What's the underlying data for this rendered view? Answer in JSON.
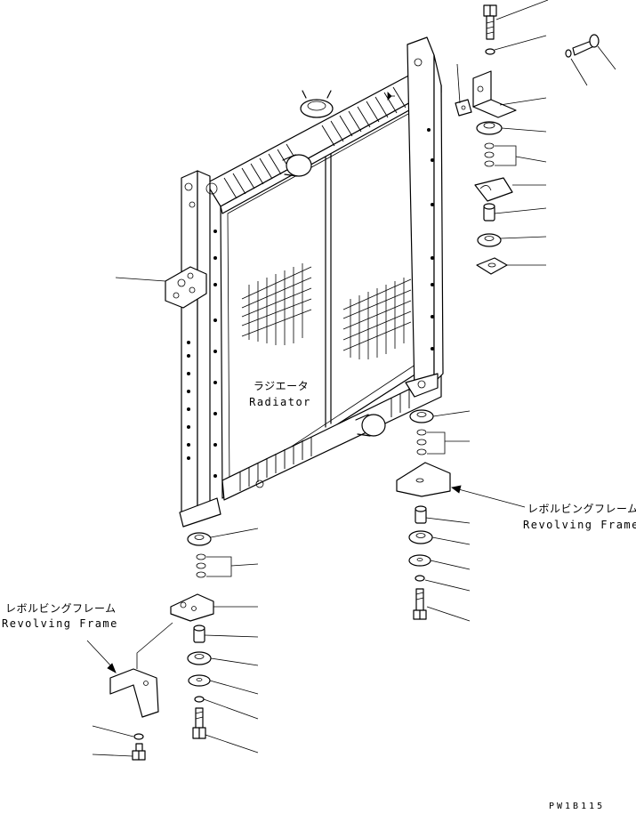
{
  "labels": {
    "radiator_jp": "ラジエータ",
    "radiator_en": "Radiator",
    "frame_right_jp": "レボルビングフレーム",
    "frame_right_en": "Revolving Frame",
    "frame_left_jp": "レボルビングフレーム",
    "frame_left_en": "Revolving Frame",
    "drawing_code": "PW1B115"
  }
}
